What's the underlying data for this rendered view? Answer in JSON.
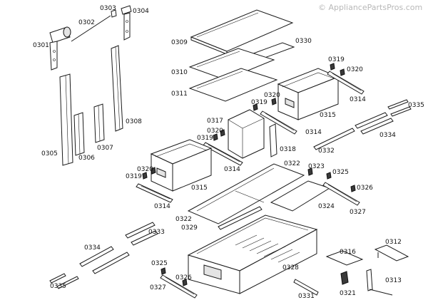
{
  "watermark": "© AppliancePartsPros.com",
  "labels": [
    {
      "id": "l1",
      "text": "0303"
    },
    {
      "id": "l2",
      "text": "0304"
    },
    {
      "id": "l3",
      "text": "0302"
    },
    {
      "id": "l4",
      "text": "0301"
    },
    {
      "id": "l5",
      "text": "0309"
    },
    {
      "id": "l6",
      "text": "0330"
    },
    {
      "id": "l7",
      "text": "0310"
    },
    {
      "id": "l8",
      "text": "0311"
    },
    {
      "id": "l9",
      "text": "0319"
    },
    {
      "id": "l10",
      "text": "0320"
    },
    {
      "id": "l11",
      "text": "0314"
    },
    {
      "id": "l12",
      "text": "0320"
    },
    {
      "id": "l13",
      "text": "0319"
    },
    {
      "id": "l14",
      "text": "0315"
    },
    {
      "id": "l15",
      "text": "0335"
    },
    {
      "id": "l16",
      "text": "0317"
    },
    {
      "id": "l17",
      "text": "0320"
    },
    {
      "id": "l18",
      "text": "0319"
    },
    {
      "id": "l19",
      "text": "0314"
    },
    {
      "id": "l20",
      "text": "0334"
    },
    {
      "id": "l21",
      "text": "0308"
    },
    {
      "id": "l22",
      "text": "0318"
    },
    {
      "id": "l23",
      "text": "0332"
    },
    {
      "id": "l24",
      "text": "0305"
    },
    {
      "id": "l25",
      "text": "0306"
    },
    {
      "id": "l26",
      "text": "0307"
    },
    {
      "id": "l27",
      "text": "0314"
    },
    {
      "id": "l28",
      "text": "0322"
    },
    {
      "id": "l29",
      "text": "0323"
    },
    {
      "id": "l30",
      "text": "0325"
    },
    {
      "id": "l31",
      "text": "0320"
    },
    {
      "id": "l32",
      "text": "0319"
    },
    {
      "id": "l33",
      "text": "0326"
    },
    {
      "id": "l34",
      "text": "0315"
    },
    {
      "id": "l35",
      "text": "0314"
    },
    {
      "id": "l36",
      "text": "0324"
    },
    {
      "id": "l37",
      "text": "0327"
    },
    {
      "id": "l38",
      "text": "0322"
    },
    {
      "id": "l39",
      "text": "0329"
    },
    {
      "id": "l40",
      "text": "0333"
    },
    {
      "id": "l41",
      "text": "0334"
    },
    {
      "id": "l42",
      "text": "0316"
    },
    {
      "id": "l43",
      "text": "0312"
    },
    {
      "id": "l44",
      "text": "0328"
    },
    {
      "id": "l45",
      "text": "0325"
    },
    {
      "id": "l46",
      "text": "0326"
    },
    {
      "id": "l47",
      "text": "0327"
    },
    {
      "id": "l48",
      "text": "0313"
    },
    {
      "id": "l49",
      "text": "0335"
    },
    {
      "id": "l50",
      "text": "0331"
    },
    {
      "id": "l51",
      "text": "0321"
    }
  ]
}
